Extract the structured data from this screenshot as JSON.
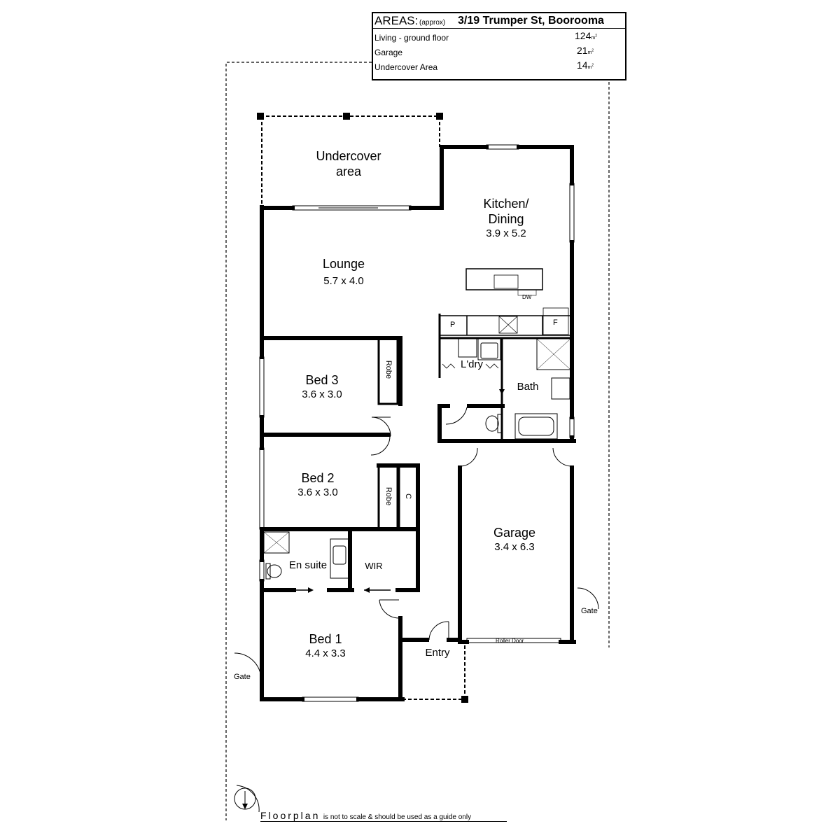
{
  "areas": {
    "title": "AREAS:",
    "approx": "(approx)",
    "address": "3/19 Trumper St, Boorooma",
    "unit": "m",
    "unit_sup": "2",
    "rows": [
      {
        "label": "Living - ground floor",
        "value": "124"
      },
      {
        "label": "Garage",
        "value": "21"
      },
      {
        "label": "Undercover Area",
        "value": "14"
      }
    ]
  },
  "rooms": {
    "undercover": {
      "line1": "Undercover",
      "line2": "area"
    },
    "kitchen": {
      "line1": "Kitchen/",
      "line2": "Dining",
      "dims": "3.9 x 5.2"
    },
    "lounge": {
      "name": "Lounge",
      "dims": "5.7 x 4.0"
    },
    "bed3": {
      "name": "Bed 3",
      "dims": "3.6 x 3.0"
    },
    "bed2": {
      "name": "Bed 2",
      "dims": "3.6 x 3.0"
    },
    "bed1": {
      "name": "Bed 1",
      "dims": "4.4 x 3.3"
    },
    "garage": {
      "name": "Garage",
      "dims": "3.4 x 6.3"
    },
    "laundry": {
      "name": "L'dry"
    },
    "bath": {
      "name": "Bath"
    },
    "ensuite": {
      "name": "En suite"
    },
    "wir": {
      "name": "WIR"
    },
    "entry": {
      "name": "Entry"
    }
  },
  "fixtures": {
    "robe": "Robe",
    "cupboard": "C",
    "pantry": "P",
    "fridge": "F",
    "dishwasher": "DW",
    "roller_door": "Roller Door",
    "gate": "Gate"
  },
  "footer": {
    "main": "Floorplan",
    "note": "is not to scale & should be used as a guide only"
  }
}
